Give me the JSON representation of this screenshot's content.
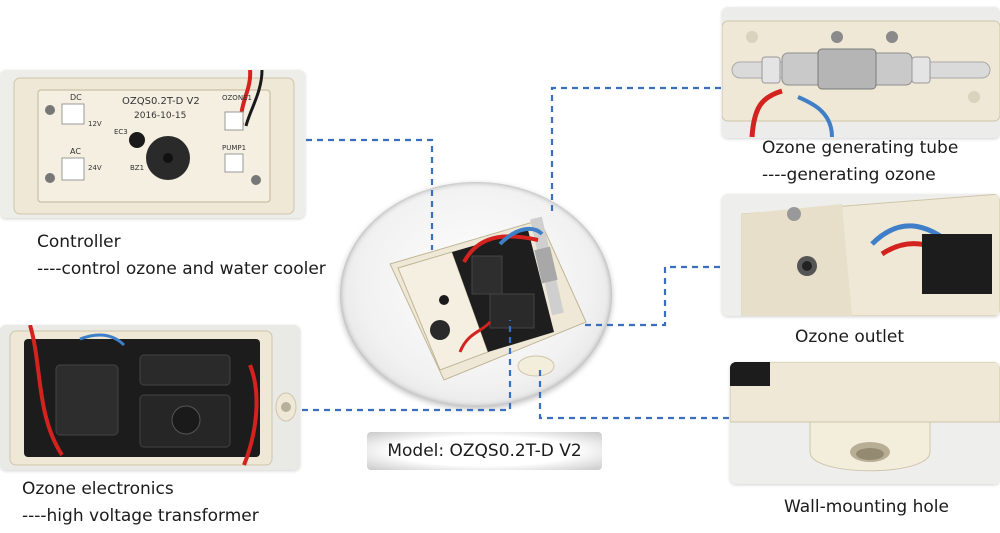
{
  "callouts": {
    "controller": {
      "title": "Controller",
      "subtitle": "----control ozone and water cooler"
    },
    "electronics": {
      "title": "Ozone electronics",
      "subtitle": "----high voltage transformer"
    },
    "tube": {
      "title": "Ozone generating tube",
      "subtitle": "----generating ozone"
    },
    "outlet": {
      "title": "Ozone outlet"
    },
    "mount": {
      "title": "Wall-mounting hole"
    }
  },
  "model_label": "Model: OZQS0.2T-D V2",
  "board": {
    "silk_dc": "DC",
    "silk_12v": "12V",
    "silk_ec3": "EC3",
    "silk_model": "OZQS0.2T-D V2",
    "silk_date": "2016-10-15",
    "silk_ozone": "OZONE1",
    "silk_ac": "AC",
    "silk_24v": "24V",
    "silk_bz1": "BZ1",
    "silk_pump": "PUMP1"
  },
  "colors": {
    "connector": "#3a6fbf",
    "housing": "#efe8d6",
    "pcb": "#f4efe0",
    "wire_red": "#d4221f",
    "wire_blue": "#3f7fc8"
  }
}
